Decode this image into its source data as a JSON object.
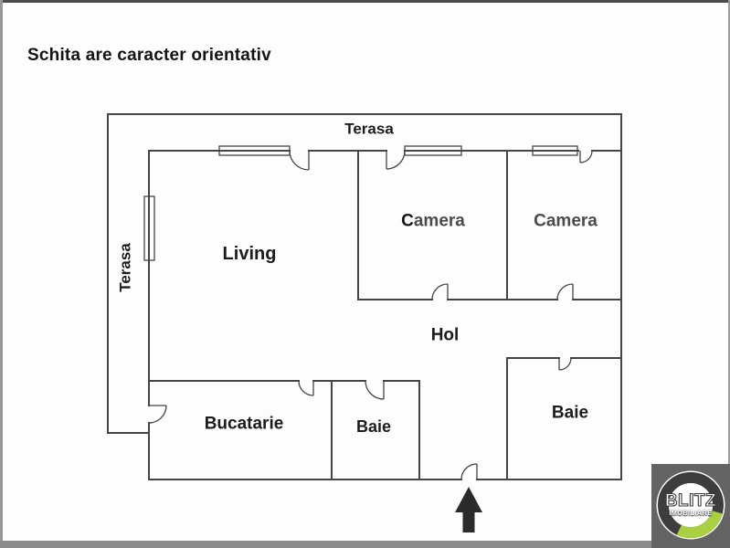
{
  "disclaimer": "Schita are caracter orientativ",
  "plan": {
    "labels": {
      "terasa_top": "Terasa",
      "terasa_left": "Terasa",
      "living": "Living",
      "camera_1": "Camera",
      "camera_2": "Camera",
      "hol": "Hol",
      "bucatarie": "Bucatarie",
      "baie_small": "Baie",
      "baie_large": "Baie"
    },
    "entrance_marker": "up-arrow"
  },
  "logo": {
    "brand": "BLITZ",
    "tagline": "IMOBILIARE",
    "bg_color": "#646464",
    "ring_color": "#3d3d3d",
    "accent_green": "#a8d040"
  },
  "colors": {
    "background": "#fdfdfd",
    "wall": "#454545",
    "label_text": "#1c1c1c",
    "camera_label_text": "#4b4b4b",
    "entrance_arrow": "#2b2b2b"
  }
}
